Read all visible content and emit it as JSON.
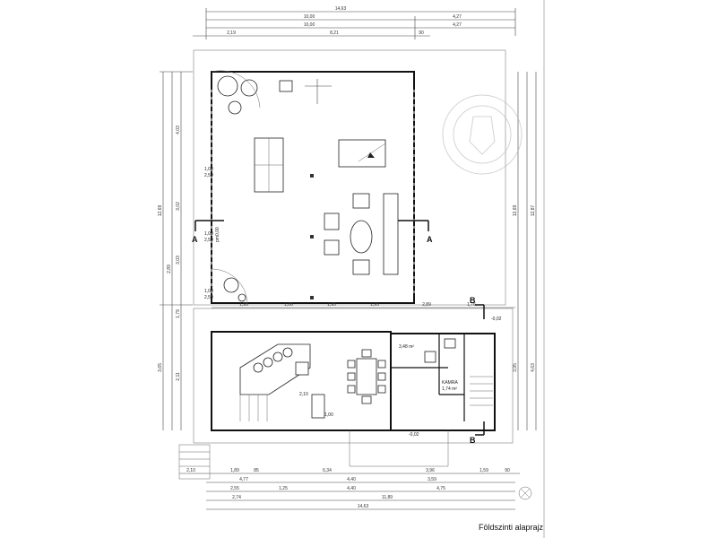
{
  "caption": "Földszinti alaprajz",
  "section_marks": {
    "a": "A",
    "b": "B"
  },
  "rooms": {
    "pantry_name": "KAMRA",
    "pantry_area": "1,74 m²",
    "wc_area": "3,48 m²"
  },
  "levels": {
    "terrace": "pm0,00",
    "entry": "-0,02",
    "entry_b": "-0,02"
  },
  "dims_top": {
    "total": "14,63",
    "row2": [
      "10,00",
      "4,27"
    ],
    "row3": [
      "10,00",
      "4,27"
    ],
    "row4": [
      "2,19",
      "8,21",
      "90"
    ]
  },
  "dims_bottom": {
    "row1": [
      "2,10",
      "1,89",
      "85",
      "6,34",
      "3,96",
      "1,59",
      "90"
    ],
    "row2": [
      "4,77",
      "4,40",
      "3,59"
    ],
    "row3": [
      "2,55",
      "1,25",
      "4,40",
      "4,75"
    ],
    "row4": [
      "2,74",
      "11,89"
    ],
    "total": "14,63"
  },
  "dims_left": [
    "12,69",
    "4,03",
    "3,02",
    "3,03",
    "2,89",
    "1,79",
    "3,65",
    "2,11"
  ],
  "dims_right": [
    "12,69",
    "12,87",
    "3,95",
    "4,63"
  ],
  "dims_mid": [
    "1,95",
    "1,06",
    "1,95",
    "1,95",
    "2,89",
    "1,76"
  ],
  "openings": [
    "1,00",
    "2,50",
    "1,00",
    "2,50",
    "1,00",
    "2,50"
  ],
  "kitchen_opening": [
    "2,10",
    "1,00"
  ]
}
